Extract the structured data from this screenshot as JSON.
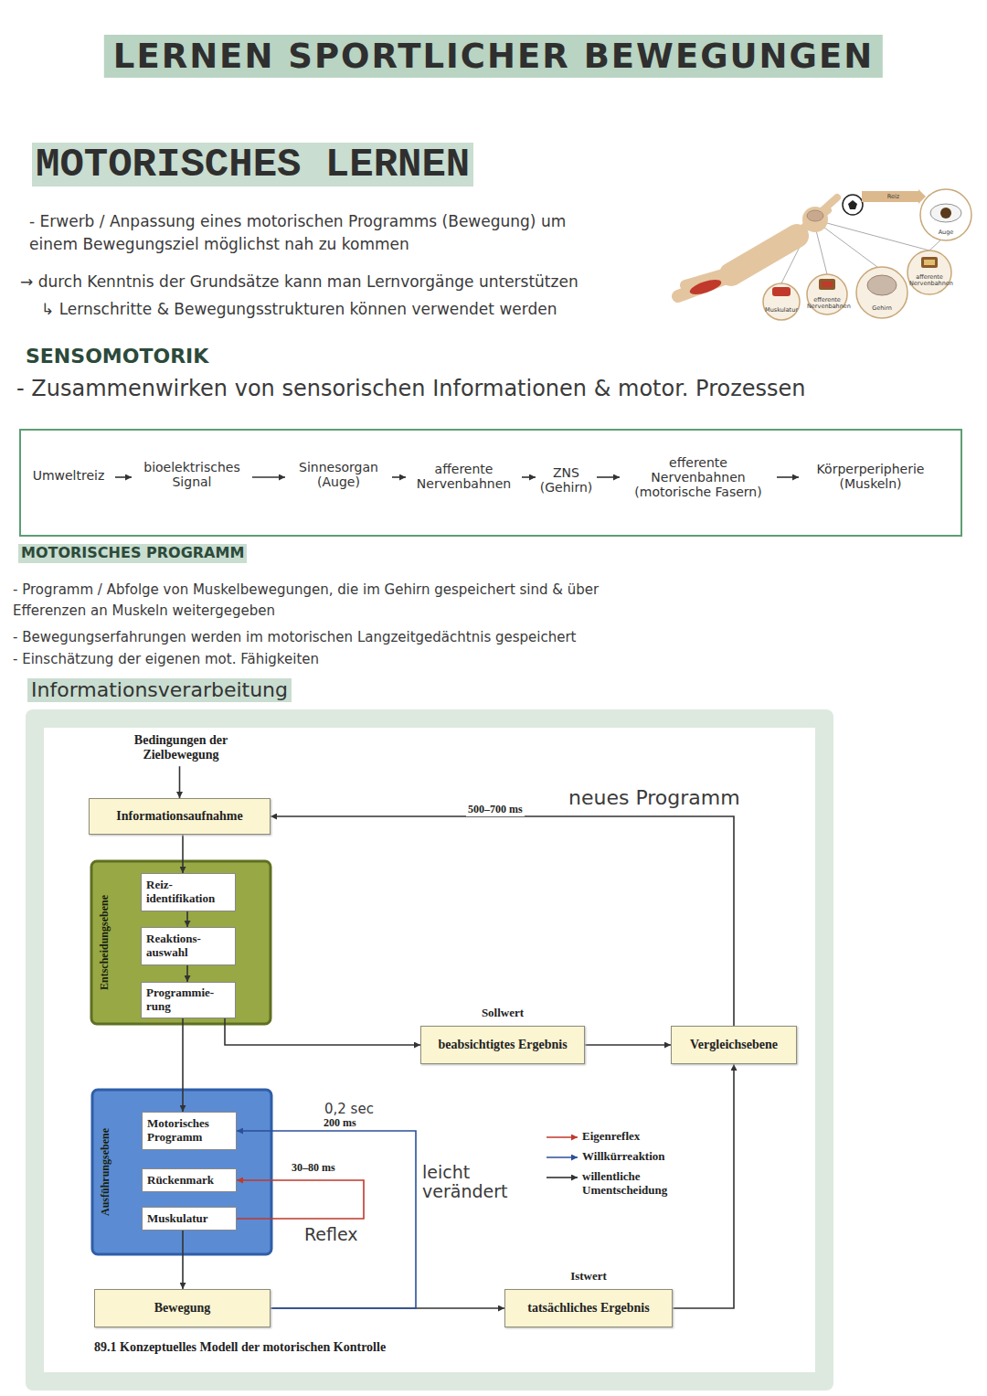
{
  "diagram": {
    "title": "LERNEN SPORTLICHER BEWEGUNGEN",
    "caption": "89.1 Konzeptuelles Modell der motorischen Kontrolle",
    "nodes": [
      {
        "text": [
          "Umweltreiz"
        ]
      },
      {
        "text": [
          "bioelektrisches Signal"
        ]
      },
      {
        "text": [
          "Sinnesorgan (Auge)"
        ]
      },
      {
        "text": [
          "afferente Nervenbahnen"
        ]
      },
      {
        "text": [
          "ZNS (Gehirn)"
        ]
      },
      {
        "text": [
          "efferente Nervenbahnen (motorische Fasern)"
        ]
      },
      {
        "text": [
          "Körperperipherie (Muskeln)"
        ]
      },
      {
        "text": [
          "Bedingungen der Zielbewegung"
        ]
      },
      {
        "text": [
          "Informationsaufnahme"
        ]
      },
      {
        "text": [
          "Entscheidungsebene"
        ]
      },
      {
        "text": [
          "Reiz- identifikation"
        ],
        "in": 9
      },
      {
        "text": [
          "Reaktions- auswahl"
        ],
        "in": 9
      },
      {
        "text": [
          "Programmie- rung"
        ],
        "in": 9
      },
      {
        "text": [
          "Ausführungsebene"
        ]
      },
      {
        "text": [
          "Motorisches Programm"
        ],
        "in": 13
      },
      {
        "text": [
          "Rückenmark"
        ],
        "in": 13
      },
      {
        "text": [
          "Muskulatur"
        ],
        "in": 13
      },
      {
        "text": [
          "Bewegung"
        ]
      },
      {
        "text": [
          "Sollwert",
          "beabsichtigtes Ergebnis"
        ]
      },
      {
        "text": [
          "Vergleichsebene"
        ]
      },
      {
        "text": [
          "Istwert",
          "tatsächliches Ergebnis"
        ]
      }
    ],
    "edges": [
      {
        "from": 0,
        "to": 1,
        "arrow": "to"
      },
      {
        "from": 1,
        "to": 2,
        "arrow": "to"
      },
      {
        "from": 2,
        "to": 3,
        "arrow": "to"
      },
      {
        "from": 3,
        "to": 4,
        "arrow": "to"
      },
      {
        "from": 4,
        "to": 5,
        "arrow": "to"
      },
      {
        "from": 5,
        "to": 6,
        "arrow": "to"
      },
      {
        "from": 7,
        "to": 8,
        "arrow": "to"
      },
      {
        "from": 8,
        "to": 10,
        "arrow": "to"
      },
      {
        "from": 10,
        "to": 11,
        "arrow": "to"
      },
      {
        "from": 11,
        "to": 12,
        "arrow": "to"
      },
      {
        "from": 12,
        "to": 14,
        "arrow": "to"
      },
      {
        "from": 12,
        "to": 18,
        "arrow": "to"
      },
      {
        "from": 18,
        "to": 19,
        "arrow": "to"
      },
      {
        "from": 17,
        "to": 20,
        "arrow": "to"
      },
      {
        "from": 20,
        "to": 19,
        "arrow": "to"
      },
      {
        "from": 19,
        "to": 8,
        "label": "500–700 ms",
        "arrow": "to"
      },
      {
        "from": 17,
        "to": 14,
        "label": "200 ms",
        "arrow": "to"
      },
      {
        "from": 16,
        "to": 15,
        "label": "30–80 ms",
        "arrow": "to"
      },
      {
        "from": 16,
        "to": 17,
        "arrow": "to"
      }
    ],
    "labels": [
      "MOTORISCHES LERNEN",
      "- Erwerb / Anpassung eines motorischen Programms (Bewegung) um einem Bewegungsziel möglichst nah zu kommen",
      "→ durch Kenntnis der Grundsätze kann man Lernvorgänge unterstützen",
      "↳ Lernschritte & Bewegungsstrukturen können verwendet werden",
      "SENSOMOTORIK",
      "- Zusammenwirken von sensorischen Informationen & motor. Prozessen",
      "MOTORISCHES PROGRAMM",
      "- Programm / Abfolge von Muskelbewegungen, die im Gehirn gespeichert sind & über Efferenzen an Muskeln weitergegeben",
      "- Bewegungserfahrungen werden im motorischen Langzeitgedächtnis gespeichert",
      "- Einschätzung der eigenen mot. Fähigkeiten",
      "Informationsverarbeitung",
      "Reiz",
      "Auge",
      "Muskulatur",
      "efferente Nervenbahnen",
      "Gehirn",
      "afferente Nervenbahnen",
      "neues Programm",
      "0,2 sec",
      "leicht verändert",
      "Reflex"
    ],
    "legend": [
      {
        "text": "Eigenreflex"
      },
      {
        "text": "Willkürreaktion"
      },
      {
        "text": "willentliche Umentscheidung"
      }
    ]
  }
}
